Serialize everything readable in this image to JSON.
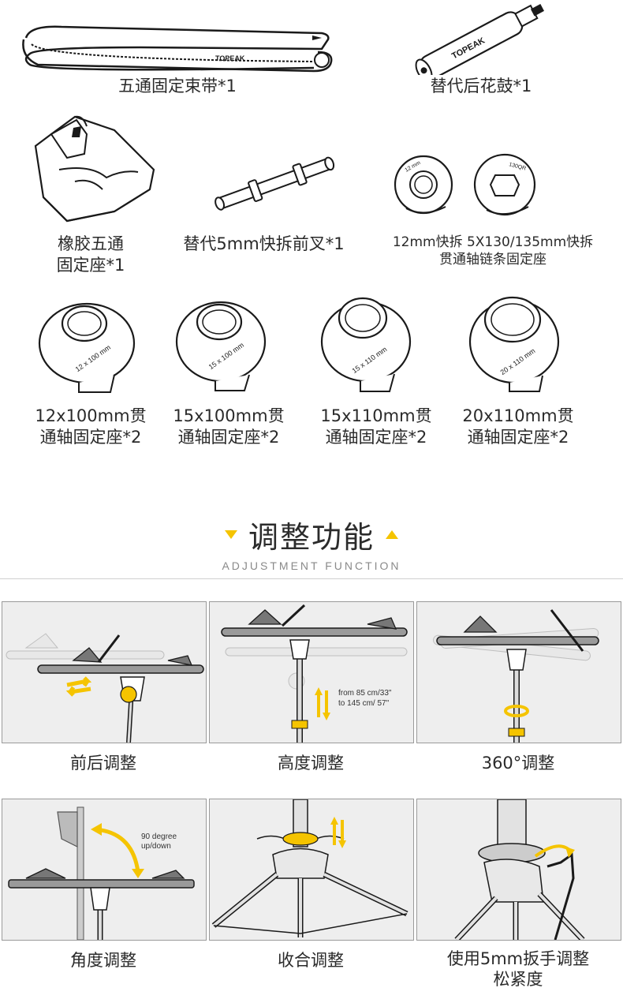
{
  "accessories": [
    {
      "label": "五通固定束带*1",
      "icon": "strap-icon"
    },
    {
      "label": "替代后花鼓*1",
      "icon": "rear-hub-icon"
    },
    {
      "label": "橡胶五通\n固定座*1",
      "icon": "rubber-bb-mount-icon"
    },
    {
      "label": "替代5mm快拆前叉*1",
      "icon": "front-axle-icon"
    },
    {
      "label": "12mm快拆 5X130/135mm快拆\n贯通轴链条固定座",
      "icon": "chain-keeper-icon"
    },
    {
      "label": "12x100mm贯\n通轴固定座*2",
      "icon": "adapter-12x100-icon"
    },
    {
      "label": "15x100mm贯\n通轴固定座*2",
      "icon": "adapter-15x100-icon"
    },
    {
      "label": "15x110mm贯\n通轴固定座*2",
      "icon": "adapter-15x110-icon"
    },
    {
      "label": "20x110mm贯\n通轴固定座*2",
      "icon": "adapter-20x110-icon"
    }
  ],
  "part_markings": {
    "brand": "TOPEAK",
    "hub_a": "12 mm",
    "hub_b": "130QR",
    "adapter_1": "12 x 100 mm",
    "adapter_2": "15 x 100 mm",
    "adapter_3": "15 x 110 mm",
    "adapter_4": "20 x 110 mm"
  },
  "section": {
    "title": "调整功能",
    "subtitle": "ADJUSTMENT FUNCTION"
  },
  "functions": [
    {
      "label": "前后调整"
    },
    {
      "label": "高度调整",
      "note_line1": "from 85 cm/33\"",
      "note_line2": "to 145 cm/ 57\""
    },
    {
      "label": "360°调整"
    },
    {
      "label": "角度调整",
      "note_line1": "90 degree",
      "note_line2": "up/down"
    },
    {
      "label": "收合调整"
    },
    {
      "label": "使用5mm扳手调整\n松紧度"
    }
  ],
  "colors": {
    "accent": "#f5c400",
    "panel_bg": "#eeeeee",
    "line": "#1a1a1a"
  }
}
